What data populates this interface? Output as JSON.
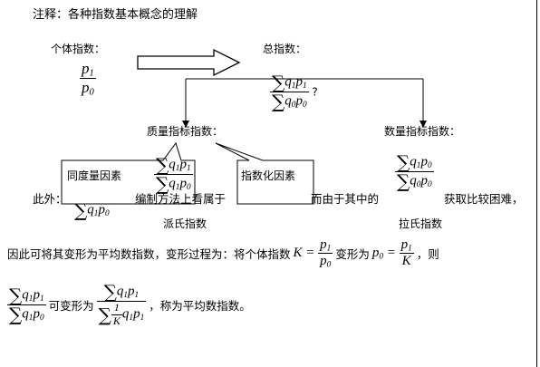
{
  "note_title": "注释：各种指数基本概念的理解",
  "individual_index": {
    "label": "个体指数："
  },
  "total_index": {
    "label": "总指数：",
    "question_mark": "?"
  },
  "quality_index": {
    "label": "质量指标指数：",
    "caption": "派氏指数"
  },
  "quantity_index": {
    "label": "数量指标指数：",
    "caption": "拉氏指数"
  },
  "callouts": {
    "left": "同度量因素",
    "right": "指数化因素"
  },
  "paragraph": {
    "line1_prefix": "此外：",
    "line1_mid1": "编制方法上看属于",
    "line1_mid2": "而由于其中的",
    "line1_end": "获取比较困难，",
    "line2_a": "因此可将其变形为平均数指数，变形过程为：将个体指数",
    "line2_b": "变形为",
    "line2_c": "，则",
    "line3_a": "可变形为",
    "line3_b": "，称为平均数指数。"
  },
  "colors": {
    "text": "#000000",
    "line": "#000000",
    "background": "#ffffff"
  }
}
